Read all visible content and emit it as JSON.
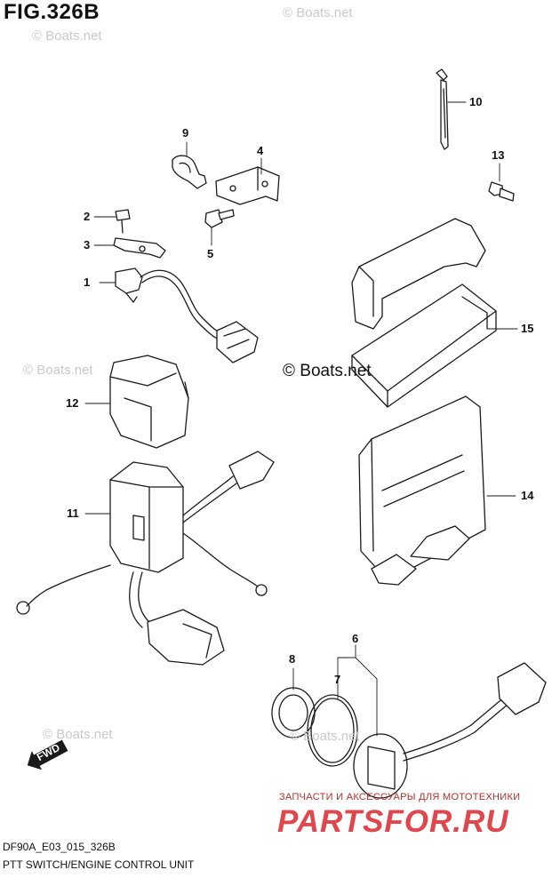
{
  "figure": {
    "title": "FIG.326B",
    "code": "DF90A_E03_015_326B",
    "subtitle": "PTT SWITCH/ENGINE CONTROL UNIT"
  },
  "callouts": [
    {
      "id": "c1",
      "label": "1"
    },
    {
      "id": "c2",
      "label": "2"
    },
    {
      "id": "c3",
      "label": "3"
    },
    {
      "id": "c4",
      "label": "4"
    },
    {
      "id": "c5",
      "label": "5"
    },
    {
      "id": "c6",
      "label": "6"
    },
    {
      "id": "c7",
      "label": "7"
    },
    {
      "id": "c8",
      "label": "8"
    },
    {
      "id": "c9",
      "label": "9"
    },
    {
      "id": "c10",
      "label": "10"
    },
    {
      "id": "c11",
      "label": "11"
    },
    {
      "id": "c12",
      "label": "12"
    },
    {
      "id": "c13",
      "label": "13"
    },
    {
      "id": "c14",
      "label": "14"
    },
    {
      "id": "c15",
      "label": "15"
    }
  ],
  "watermarks": {
    "small": "© Boats.net",
    "center": "© Boats.net"
  },
  "fwd_label": "FWD",
  "promo": {
    "small": "ЗАПЧАСТИ И АКСЕССУАРЫ ДЛЯ МОТОТЕХНИКИ",
    "big": "PARTSFOR.RU"
  },
  "colors": {
    "line": "#1a1a1a",
    "watermark": "#c9c9c9",
    "promo": "#e0474c"
  }
}
